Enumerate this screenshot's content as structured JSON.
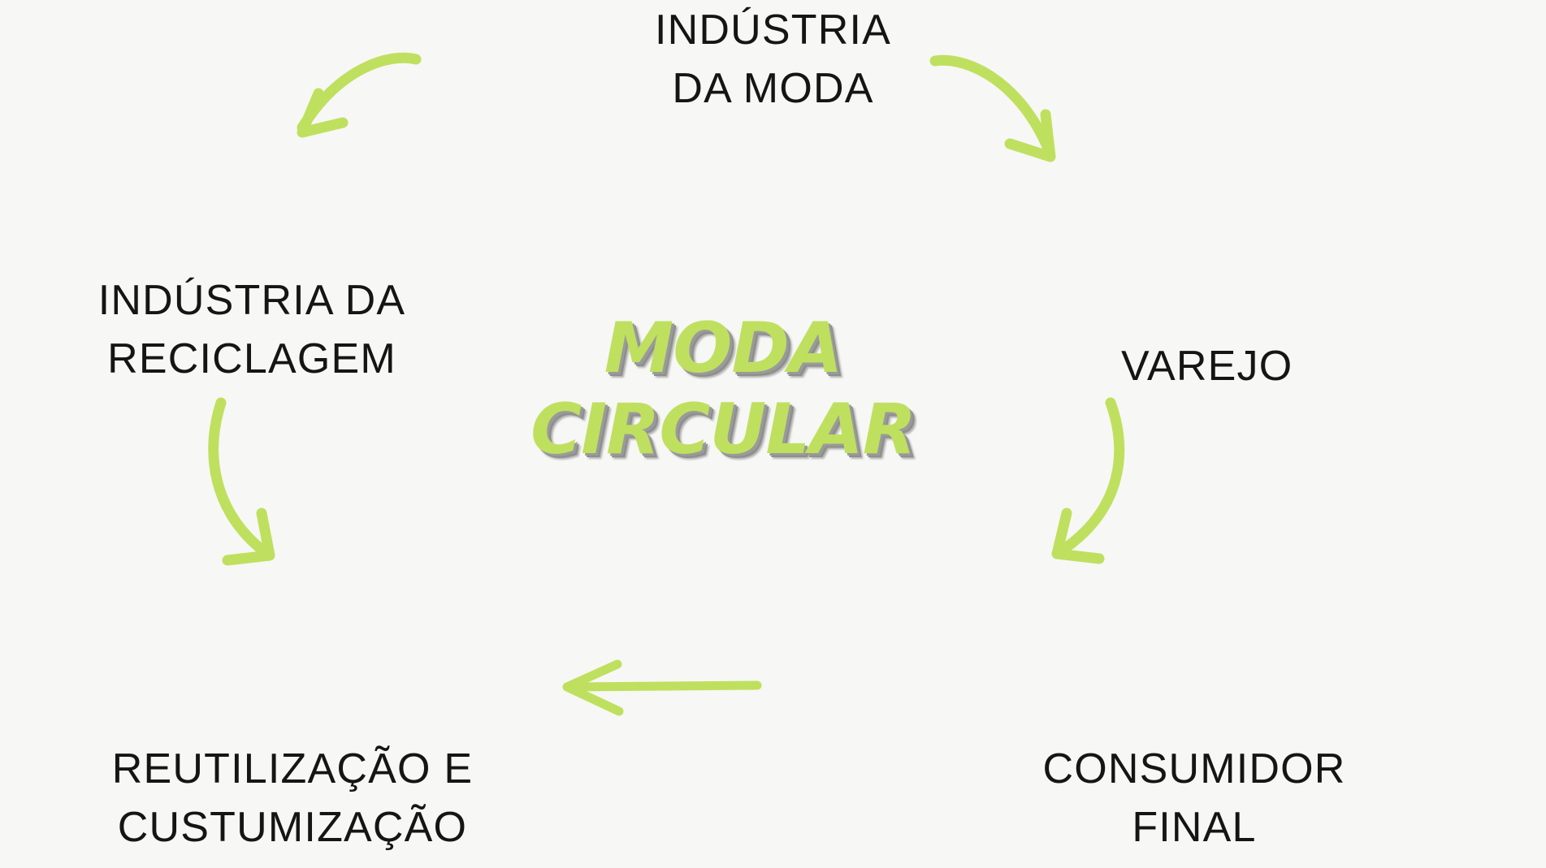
{
  "diagram": {
    "title": "Moda Circular cycle diagram",
    "background_color": "#f7f7f5",
    "accent_color": "#bfe05f",
    "text_color": "#151515",
    "shadow_color": "#8e8e8e"
  },
  "center": {
    "wordmark": "MODA\nCIRCULAR",
    "line1": "MODA",
    "line2": "CIRCULAR"
  },
  "nodes": [
    {
      "id": "industria-da-moda",
      "label": "INDÚSTRIA\nDA MODA",
      "position": "top"
    },
    {
      "id": "varejo",
      "label": "VAREJO",
      "position": "right"
    },
    {
      "id": "consumidor-final",
      "label": "CONSUMIDOR\nFINAL",
      "position": "bottom-right"
    },
    {
      "id": "reutilizacao-e-custumizacao",
      "label": "REUTILIZAÇÃO E\nCUSTUMIZAÇÃO",
      "position": "bottom-left"
    },
    {
      "id": "industria-da-reciclagem",
      "label": "INDÚSTRIA DA\nRECICLAGEM",
      "position": "left"
    }
  ],
  "arrows": [
    {
      "id": "reciclagem-to-industria-moda",
      "direction": "down-left",
      "style": "curved"
    },
    {
      "id": "industria-moda-to-varejo",
      "direction": "down-right",
      "style": "curved"
    },
    {
      "id": "varejo-to-consumidor",
      "direction": "down-left",
      "style": "curved"
    },
    {
      "id": "consumidor-to-reutilizacao",
      "direction": "left",
      "style": "straight"
    },
    {
      "id": "reutilizacao-to-reciclagem",
      "direction": "down-right",
      "style": "curved"
    }
  ]
}
